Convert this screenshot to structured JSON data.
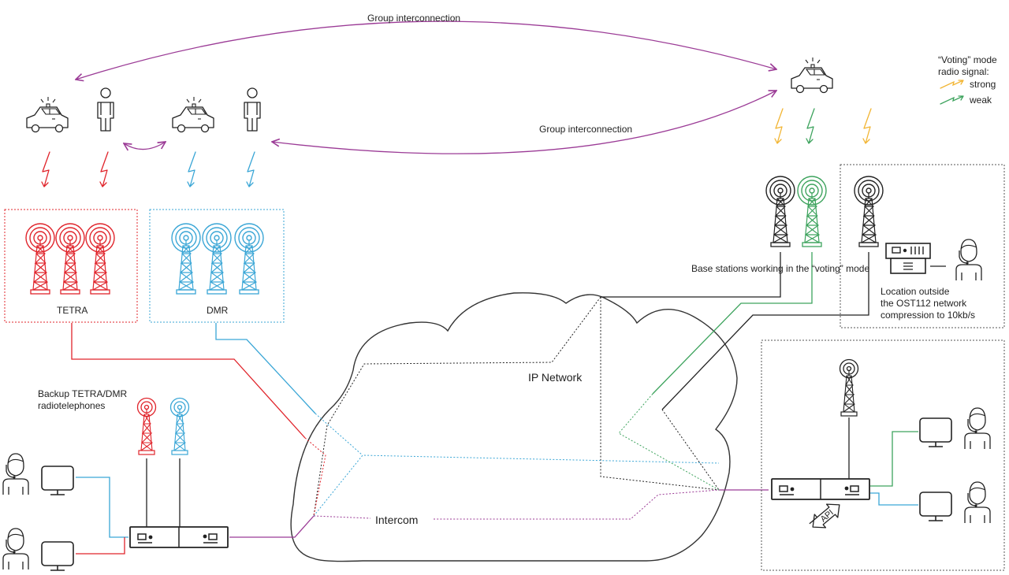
{
  "labels": {
    "group_top": "Group interconnection",
    "group_mid": "Group interconnection",
    "tetra": "TETRA",
    "dmr": "DMR",
    "ip_network": "IP Network",
    "intercom": "Intercom",
    "backup_line1": "Backup TETRA/DMR",
    "backup_line2": "radiotelephones",
    "voting_base": "Base stations working in the “voting” mode",
    "location_line1": "Location outside",
    "location_line2": "the OST112 network",
    "location_line3": "compression to 10kb/s",
    "api": "API"
  },
  "legend": {
    "title_line1": "“Voting” mode",
    "title_line2": "radio signal:",
    "strong": "strong",
    "weak": "weak"
  },
  "colors": {
    "tetra": "#e0242b",
    "dmr": "#3aa6d6",
    "purple": "#9b3b96",
    "green": "#3da35d",
    "orange": "#f2b533",
    "ink": "#222222",
    "cloud_line": "#333333"
  },
  "icons": [
    "police-car-icon",
    "person-icon",
    "lightning-icon",
    "radio-tower-icon",
    "operator-headset-icon",
    "monitor-icon",
    "gateway-device-icon",
    "cloud-icon"
  ]
}
